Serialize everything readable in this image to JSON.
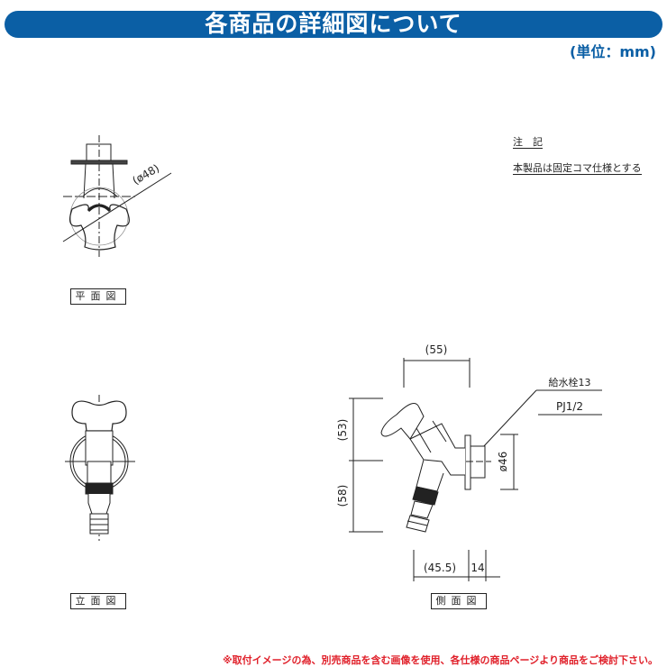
{
  "header": {
    "title": "各商品の詳細図について",
    "unit": "(単位：mm)"
  },
  "notes": {
    "heading": "注　記",
    "text": "本製品は固定コマ仕様とする"
  },
  "views": {
    "plan": "平面図",
    "front": "立面図",
    "side": "側面図"
  },
  "dimensions": {
    "plan_diameter": "(ø48)",
    "width": "(55)",
    "upper_height": "(53)",
    "lower_height": "(58)",
    "flange_diameter": "ø46",
    "depth": "(45.5)",
    "thread_len": "14",
    "spec_name": "給水栓13",
    "spec_thread": "PJ1/2"
  },
  "footer": "※取付イメージの為、別売商品を含む画像を使用、各仕様の商品ページより商品をご検討下さい。",
  "colors": {
    "brand": "#0b5fa5",
    "warning": "#e0202a"
  }
}
